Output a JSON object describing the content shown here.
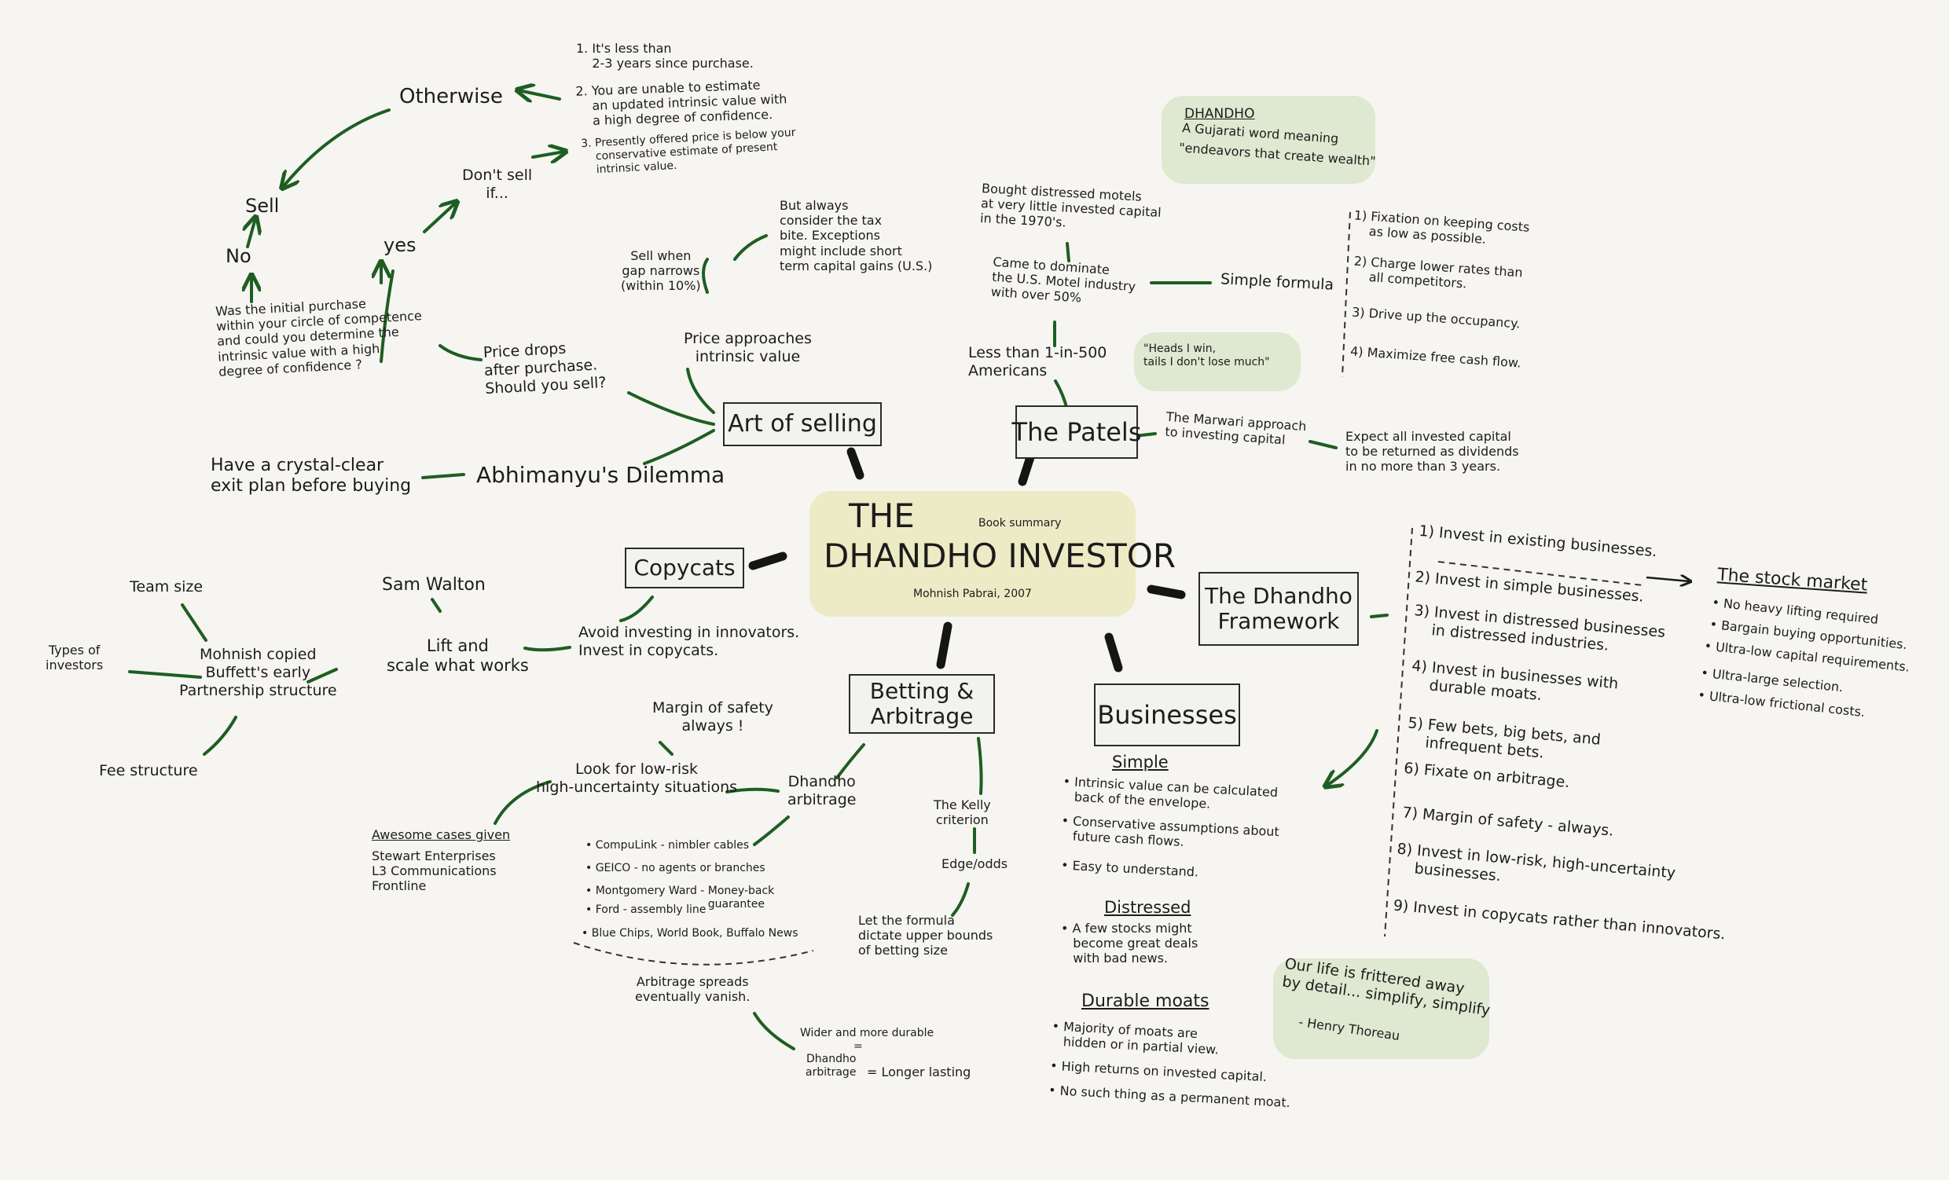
{
  "colors": {
    "connector": "#1e5e22",
    "spoke": "#151515",
    "highlight_main": "#ecebc6",
    "highlight_note": "#dfe8d0",
    "ink": "#1c1c1c"
  },
  "center": {
    "the": "THE",
    "title": "DHANDHO INVESTOR",
    "subtitle": "Book summary",
    "author": "Mohnish Pabrai, 2007"
  },
  "branches": {
    "selling": "Art of selling",
    "patels": "The Patels",
    "framework": "The Dhandho\nFramework",
    "businesses": "Businesses",
    "betting": "Betting &\nArbitrage",
    "copycats": "Copycats"
  },
  "definition": {
    "title": "DHANDHO",
    "line1": "A Gujarati word meaning",
    "line2": "\"endeavors that create wealth\""
  },
  "selling": {
    "otherwise": "Otherwise",
    "reasons": [
      "1. It's less than\n    2-3 years since purchase.",
      "2. You are unable to estimate\n    an updated intrinsic value with\n    a high degree of confidence.",
      "3. Presently offered price is below your\n    conservative estimate of present\n    intrinsic value."
    ],
    "dont_sell": "Don't sell\nif...",
    "sell": "Sell",
    "no": "No",
    "yes": "yes",
    "question": "Was the initial purchase\nwithin your circle of competence\nand could you determine the\nintrinsic value with a high\ndegree of confidence ?",
    "price_drops": "Price drops\nafter purchase.\nShould you sell?",
    "price_approaches": "Price approaches\nintrinsic value",
    "sell_when": "Sell when\ngap narrows\n(within 10%)",
    "tax": "But always\nconsider the tax\nbite. Exceptions\nmight include short\nterm capital gains (U.S.)",
    "dilemma": "Abhimanyu's Dilemma",
    "exit_plan": "Have a crystal-clear\nexit plan before buying"
  },
  "patels": {
    "motels": "Bought distressed motels\nat very little invested capital\nin the 1970's.",
    "dominate": "Came to dominate\nthe U.S. Motel industry\nwith over 50%",
    "formula": "Simple formula",
    "formula_steps": [
      "1) Fixation on keeping costs\n    as low as possible.",
      "2) Charge lower rates than\n    all competitors.",
      "3) Drive up the occupancy.",
      "4) Maximize free cash flow."
    ],
    "americans": "Less than 1-in-500\nAmericans",
    "heads": "\"Heads I win,\ntails I don't lose much\"",
    "marwari": "The Marwari approach\nto investing capital",
    "dividends": "Expect all invested capital\nto be returned as dividends\nin no more than 3 years."
  },
  "framework": {
    "steps": [
      "1) Invest in existing businesses.",
      "2) Invest in simple businesses.",
      "3) Invest in distressed businesses\n    in distressed industries.",
      "4) Invest in businesses with\n    durable moats.",
      "5) Few bets, big bets, and\n    infrequent bets.",
      "6) Fixate on arbitrage.",
      "7) Margin of safety - always.",
      "8) Invest in low-risk, high-uncertainty\n    businesses.",
      "9) Invest in copycats rather than innovators."
    ],
    "stock_market_title": "The stock market",
    "stock_market": [
      "• No heavy lifting required",
      "• Bargain buying opportunities.",
      "• Ultra-low capital requirements.",
      "• Ultra-large selection.",
      "• Ultra-low frictional costs."
    ]
  },
  "businesses": {
    "simple_title": "Simple",
    "simple": [
      "• Intrinsic value can be calculated\n   back of the envelope.",
      "• Conservative assumptions about\n   future cash flows.",
      "• Easy to understand."
    ],
    "distressed_title": "Distressed",
    "distressed": "• A few stocks might\n   become great deals\n   with bad news.",
    "moats_title": "Durable moats",
    "moats": [
      "• Majority of moats are\n   hidden or in partial view.",
      "• High returns on invested capital.",
      "• No such thing as a permanent moat."
    ]
  },
  "quote": {
    "text": "Our life is frittered away\nby detail... simplify, simplify",
    "author": "- Henry Thoreau"
  },
  "betting": {
    "margin": "Margin of safety\nalways !",
    "low_risk": "Look for low-risk\nhigh-uncertainty situations",
    "dhandho_arb": "Dhandho\narbitrage",
    "cases_title": "Awesome cases given",
    "cases": "Stewart Enterprises\nL3 Communications\nFrontline",
    "examples": [
      "• CompuLink - nimbler cables",
      "• GEICO - no agents or branches",
      "• Montgomery Ward - Money-back\n                                   guarantee",
      "• Ford - assembly line",
      "• Blue Chips, World Book, Buffalo News"
    ],
    "spreads": "Arbitrage spreads\neventually vanish.",
    "wider": "Wider and more durable",
    "equals": "=",
    "arb_small": "Dhandho\narbitrage",
    "longer": "= Longer lasting",
    "kelly": "The Kelly\ncriterion",
    "edge": "Edge/odds",
    "formula": "Let the formula\ndictate upper bounds\nof betting size"
  },
  "copycats": {
    "avoid": "Avoid investing in innovators.\nInvest in copycats.",
    "lift": "Lift and\nscale what works",
    "walton": "Sam Walton",
    "copied": "Mohnish copied\nBuffett's early\nPartnership structure",
    "team": "Team size",
    "types": "Types of\ninvestors",
    "fee": "Fee structure"
  }
}
